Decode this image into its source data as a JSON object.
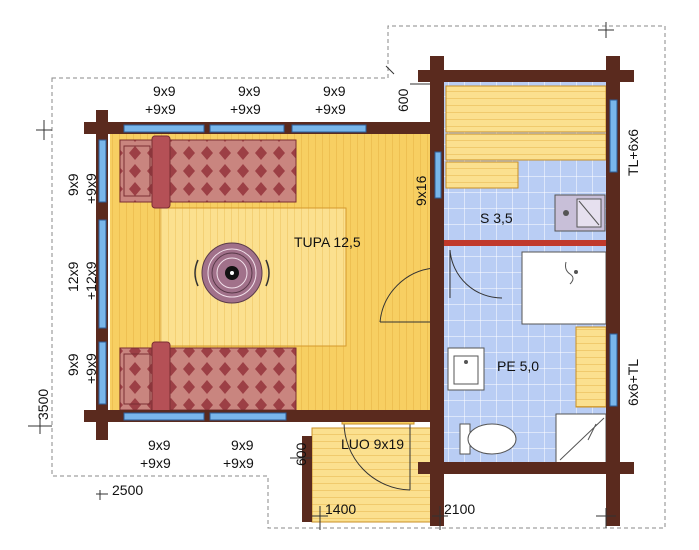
{
  "rooms": {
    "tupa": "TUPA 12,5",
    "sauna": "S 3,5",
    "pesuhuone": "PE 5,0",
    "luo": "LUO 9x19"
  },
  "windows": {
    "top_1": [
      "9x9",
      "+9x9"
    ],
    "top_2": [
      "9x9",
      "+9x9"
    ],
    "top_3": [
      "9x9",
      "+9x9"
    ],
    "bottom_1": [
      "9x9",
      "+9x9"
    ],
    "bottom_2": [
      "9x9",
      "+9x9"
    ],
    "left_top": [
      "9x9",
      "+9x9"
    ],
    "left_mid": [
      "12x9",
      "+12x9"
    ],
    "left_bot": [
      "9x9",
      "+9x9"
    ],
    "right_top": "TL+6x6",
    "right_bot": "6x6+TL",
    "door_tupa": "9x16"
  },
  "dimensions": {
    "d_600_top": "600",
    "d_600_bottom": "600",
    "d_3500": "3500",
    "d_2500": "2500",
    "d_1400": "1400",
    "d_2100": "2100"
  },
  "colors": {
    "log": "#5a2a1e",
    "wood_floor": "#f7cf62",
    "wood_light": "#fbe08f",
    "tile": "#b9cdf4",
    "window_glass": "#79b6ea",
    "bed_fabric": "#b45c5c",
    "stove_ring": "#8a5a7a",
    "sauna_divider": "#c0392b"
  }
}
